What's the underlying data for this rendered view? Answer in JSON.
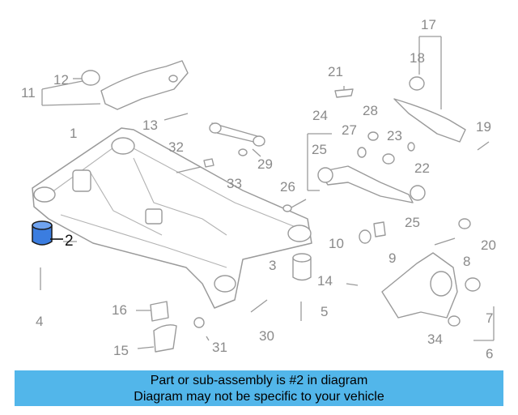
{
  "diagram": {
    "highlight_color": "#3b7de0",
    "callouts": {
      "c1": "1",
      "c2": "2",
      "c3": "3",
      "c4": "4",
      "c5": "5",
      "c6": "6",
      "c7": "7",
      "c8": "8",
      "c9": "9",
      "c10": "10",
      "c11": "11",
      "c12": "12",
      "c13": "13",
      "c14": "14",
      "c15": "15",
      "c16": "16",
      "c17": "17",
      "c18": "18",
      "c19": "19",
      "c20": "20",
      "c21": "21",
      "c22": "22",
      "c23": "23",
      "c24": "24",
      "c25a": "25",
      "c25b": "25",
      "c26": "26",
      "c27": "27",
      "c28": "28",
      "c29": "29",
      "c30": "30",
      "c31": "31",
      "c32": "32",
      "c33": "33",
      "c34": "34"
    }
  },
  "banner": {
    "color": "#52b6ea",
    "line1": "Part or sub-assembly is #2 in diagram",
    "line2": "Diagram may not be specific to your vehicle"
  }
}
